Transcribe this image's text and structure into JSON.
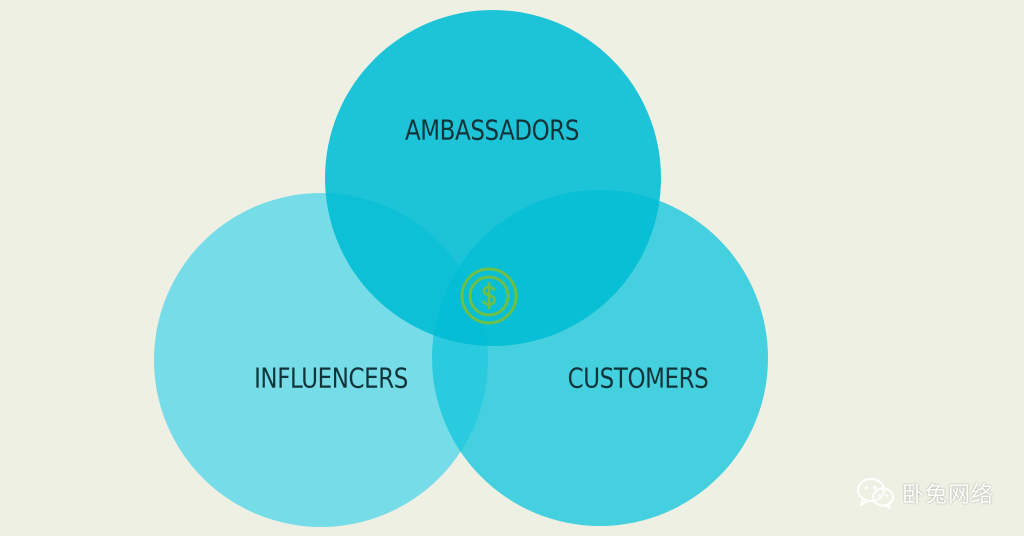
{
  "diagram": {
    "circles": [
      {
        "id": "ambassadors",
        "label": "AMBASSADORS",
        "color": "#00bcd4",
        "opacity": 0.92
      },
      {
        "id": "influencers",
        "label": "INFLUENCERS",
        "color": "#4fd3e6",
        "opacity": 0.75
      },
      {
        "id": "customers",
        "label": "CUSTOMERS",
        "color": "#1fc6dc",
        "opacity": 0.8
      }
    ],
    "center_icon": {
      "name": "dollar-coin-icon",
      "symbol": "$",
      "color": "#6cc04a"
    }
  },
  "watermark": {
    "icon": "wechat-icon",
    "text": "卧兔网络"
  },
  "colors": {
    "background": "#eef0e4",
    "label_text": "#10343a"
  }
}
